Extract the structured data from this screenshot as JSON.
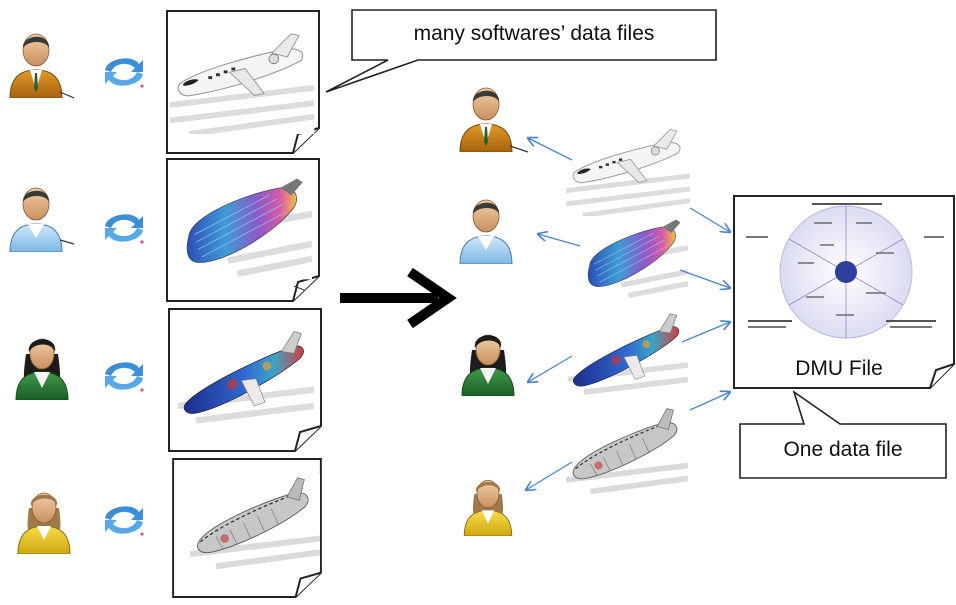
{
  "callouts": {
    "many_files": "many softwares’ data files",
    "one_file": "One data file"
  },
  "dmu": {
    "label": "DMU File"
  },
  "icons": {
    "user": "user-icon",
    "sync": "sync-icon",
    "arrow": "right-arrow-icon"
  },
  "colors": {
    "sync_blue": "#3b8fd6",
    "connector_blue": "#4a86c8",
    "wheel_fill": "#e4e4f5",
    "hub_blue": "#2c3f9a"
  }
}
